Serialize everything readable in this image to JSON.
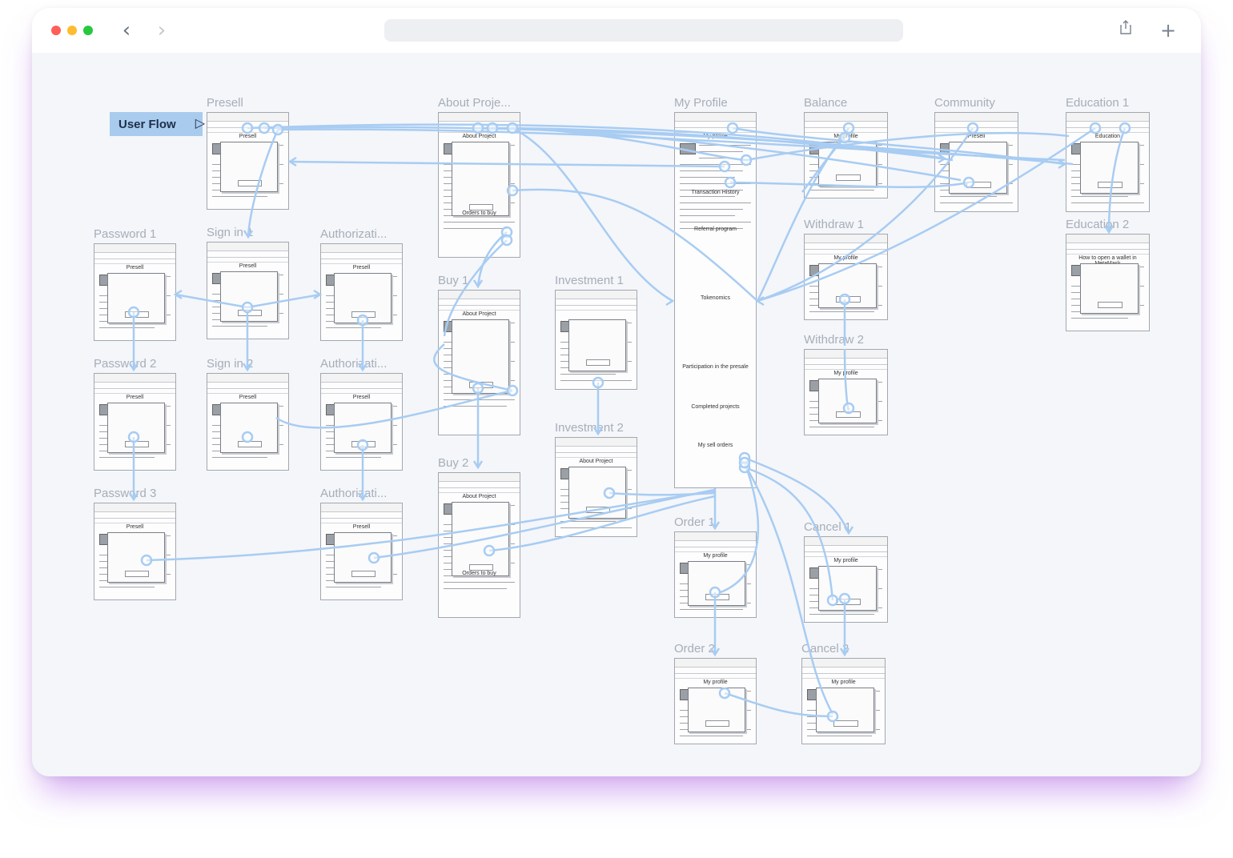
{
  "window": {
    "traffic_lights": [
      {
        "name": "close",
        "color": "#fe5f57"
      },
      {
        "name": "minimize",
        "color": "#febc2e"
      },
      {
        "name": "zoom",
        "color": "#28c840"
      }
    ],
    "toolbar_icons": [
      "chevron-left-icon",
      "chevron-right-icon",
      "share-icon",
      "plus-icon"
    ]
  },
  "flow": {
    "title": "User Flow",
    "start_icon": "play-triangle-icon",
    "connector_color": "#a8ccf2"
  },
  "frames": [
    {
      "id": "presell",
      "title": "Presell",
      "heading": "Presell"
    },
    {
      "id": "about_project",
      "title": "About Proje...",
      "heading": "About Project",
      "sub_heading": "Orders to buy"
    },
    {
      "id": "my_profile",
      "title": "My Profile",
      "heading": "My profile",
      "sections": [
        "Transaction History",
        "Referral program",
        "Tokenomics",
        "Participation in the presale",
        "Completed projects",
        "My sell orders"
      ]
    },
    {
      "id": "balance",
      "title": "Balance",
      "heading": "My profile"
    },
    {
      "id": "community",
      "title": "Community",
      "heading": "Presell"
    },
    {
      "id": "education_1",
      "title": "Education 1",
      "heading": "Education"
    },
    {
      "id": "education_2",
      "title": "Education 2",
      "heading": "How to open a wallet in MetaMask"
    },
    {
      "id": "password_1",
      "title": "Password 1",
      "heading": "Presell"
    },
    {
      "id": "sign_in_1",
      "title": "Sign in 1",
      "heading": "Presell"
    },
    {
      "id": "authorization_1",
      "title": "Authorizati...",
      "heading": "Presell"
    },
    {
      "id": "password_2",
      "title": "Password 2",
      "heading": "Presell"
    },
    {
      "id": "sign_in_2",
      "title": "Sign in 2",
      "heading": "Presell"
    },
    {
      "id": "authorization_2",
      "title": "Authorizati...",
      "heading": "Presell"
    },
    {
      "id": "password_3",
      "title": "Password 3",
      "heading": "Presell"
    },
    {
      "id": "authorization_3",
      "title": "Authorizati...",
      "heading": "Presell"
    },
    {
      "id": "buy_1",
      "title": "Buy 1",
      "heading": "About Project"
    },
    {
      "id": "buy_2",
      "title": "Buy 2",
      "heading": "About Project",
      "sub_heading": "Orders to buy"
    },
    {
      "id": "investment_1",
      "title": "Investment 1",
      "heading": ""
    },
    {
      "id": "investment_2",
      "title": "Investment 2",
      "heading": "About Project"
    },
    {
      "id": "withdraw_1",
      "title": "Withdraw 1",
      "heading": "My profile"
    },
    {
      "id": "withdraw_2",
      "title": "Withdraw 2",
      "heading": "My profile"
    },
    {
      "id": "order_1",
      "title": "Order 1",
      "heading": "My profile"
    },
    {
      "id": "order_2",
      "title": "Order 2",
      "heading": "My profile"
    },
    {
      "id": "cancel_1",
      "title": "Cancel 1",
      "heading": "My profile"
    },
    {
      "id": "cancel_2",
      "title": "Cancel 2",
      "heading": "My profile"
    }
  ]
}
